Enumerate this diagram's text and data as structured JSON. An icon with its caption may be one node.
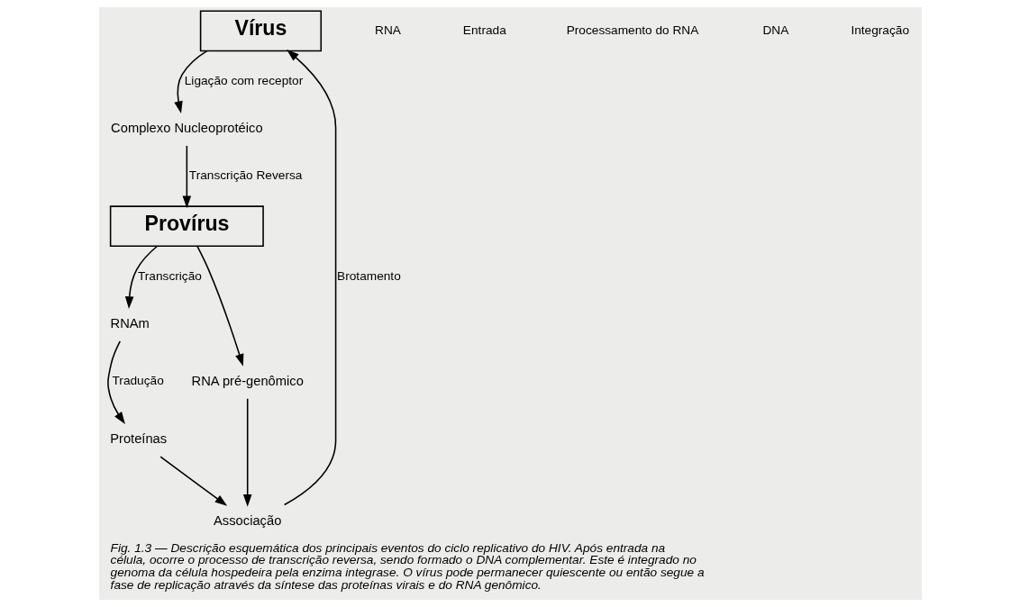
{
  "diagram": {
    "caption": "Fig. 1.3 — Descrição esquemática dos principais eventos do ciclo replicativo do HIV. Após entrada na célula, ocorre o processo de transcrição reversa, sendo formado o DNA complementar. Este é integrado no genoma da célula hospedeira pela enzima integrase. O vírus pode permanecer quiescente ou então segue a fase de replicação através da síntese das proteínas virais e do RNA genômico.",
    "nodes": [
      {
        "text": [
          "Vírus"
        ]
      },
      {
        "text": [
          "Complexo Nucleoprotéico"
        ]
      },
      {
        "text": [
          "Provírus"
        ]
      },
      {
        "text": [
          "RNAm"
        ]
      },
      {
        "text": [
          "RNA pré-genômico"
        ]
      },
      {
        "text": [
          "Proteínas"
        ]
      },
      {
        "text": [
          "Associação"
        ]
      }
    ],
    "edges": [
      {
        "from": 0,
        "to": 1,
        "arrow": "to",
        "label": "Ligação com receptor"
      },
      {
        "from": 1,
        "to": 2,
        "arrow": "to",
        "label": "Transcrição Reversa"
      },
      {
        "from": 2,
        "to": 3,
        "arrow": "to",
        "label": "Transcrição"
      },
      {
        "from": 2,
        "to": 4,
        "arrow": "to"
      },
      {
        "from": 3,
        "to": 5,
        "arrow": "to",
        "label": "Tradução"
      },
      {
        "from": 5,
        "to": 6,
        "arrow": "to"
      },
      {
        "from": 4,
        "to": 6,
        "arrow": "to"
      },
      {
        "from": 6,
        "to": 0,
        "arrow": "to",
        "label": "Brotamento"
      }
    ],
    "labels": [
      "RNA",
      "Entrada",
      "Processamento do RNA",
      "DNA",
      "Integração"
    ]
  }
}
